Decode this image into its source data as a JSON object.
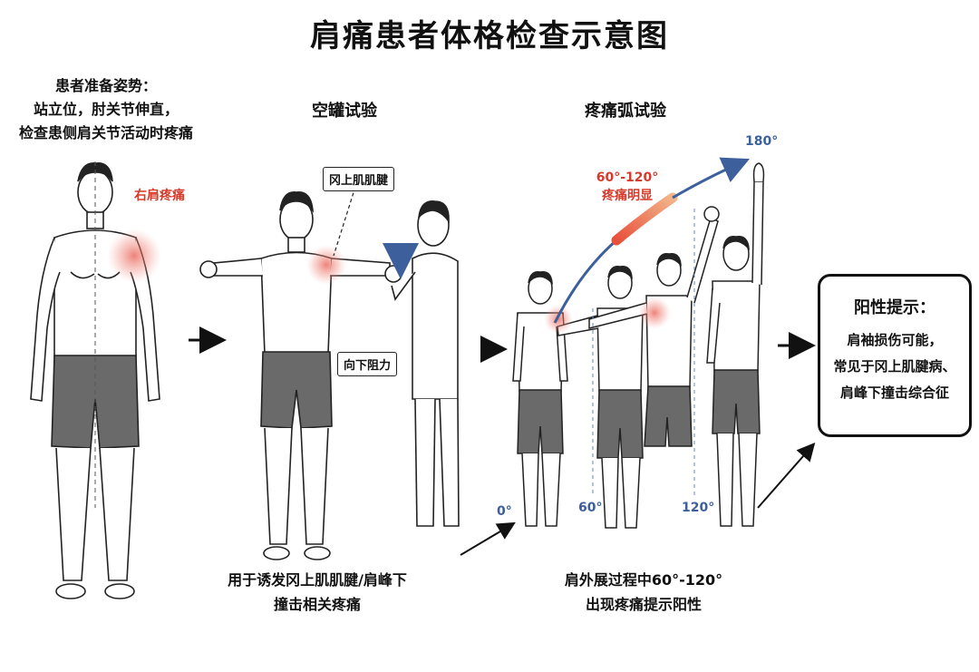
{
  "title": "肩痛患者体格检查示意图",
  "prep": {
    "lines": [
      "患者准备姿势：",
      "站立位，肘关节伸直，",
      "检查患侧肩关节活动时疼痛"
    ],
    "pain_label": "右肩疼痛"
  },
  "empty_can": {
    "heading": "空罐试验",
    "callout_tendon": "冈上肌肌腱",
    "callout_resistance": "向下阻力",
    "caption": [
      "用于诱发冈上肌肌腱/肩峰下",
      "撞击相关疼痛"
    ]
  },
  "painful_arc": {
    "heading": "疼痛弧试验",
    "pain_range": [
      "60°-120°",
      "疼痛明显"
    ],
    "angles": {
      "a0": "0°",
      "a60": "60°",
      "a120": "120°",
      "a180": "180°"
    },
    "caption": [
      "肩外展过程中60°-120°",
      "出现疼痛提示阳性"
    ]
  },
  "result": {
    "title": "阳性提示：",
    "lines": [
      "肩袖损伤可能，",
      "常见于冈上肌腱病、",
      "肩峰下撞击综合征"
    ]
  },
  "colors": {
    "pain": "#d63a2a",
    "arc_blue": "#3d5f9c",
    "shorts": "#6a6a6a"
  }
}
